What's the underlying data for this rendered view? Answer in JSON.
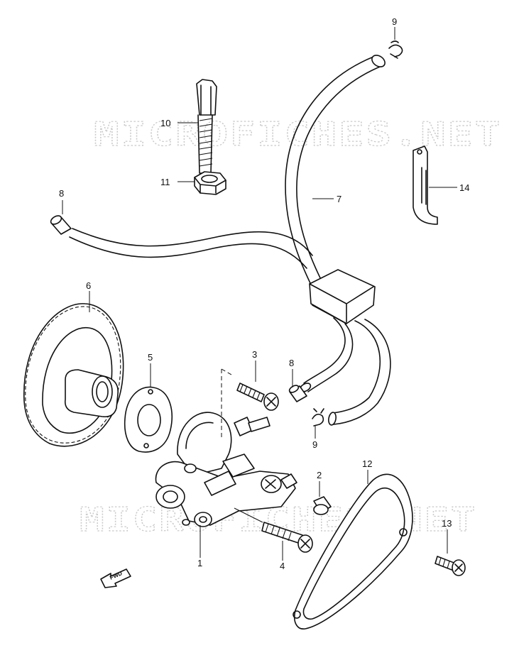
{
  "watermarks": [
    {
      "text": "MICROFICHES.NET"
    },
    {
      "text": "MICROFICHES.NET"
    }
  ],
  "fwd_label": "FWD",
  "callouts": [
    {
      "id": "c9a",
      "text": "9"
    },
    {
      "id": "c10",
      "text": "10"
    },
    {
      "id": "c11",
      "text": "11"
    },
    {
      "id": "c14",
      "text": "14"
    },
    {
      "id": "c8a",
      "text": "8"
    },
    {
      "id": "c7",
      "text": "7"
    },
    {
      "id": "c6",
      "text": "6"
    },
    {
      "id": "c5",
      "text": "5"
    },
    {
      "id": "c3",
      "text": "3"
    },
    {
      "id": "c8b",
      "text": "8"
    },
    {
      "id": "c9b",
      "text": "9"
    },
    {
      "id": "c12",
      "text": "12"
    },
    {
      "id": "c2",
      "text": "2"
    },
    {
      "id": "c13",
      "text": "13"
    },
    {
      "id": "c1",
      "text": "1"
    },
    {
      "id": "c4",
      "text": "4"
    }
  ]
}
